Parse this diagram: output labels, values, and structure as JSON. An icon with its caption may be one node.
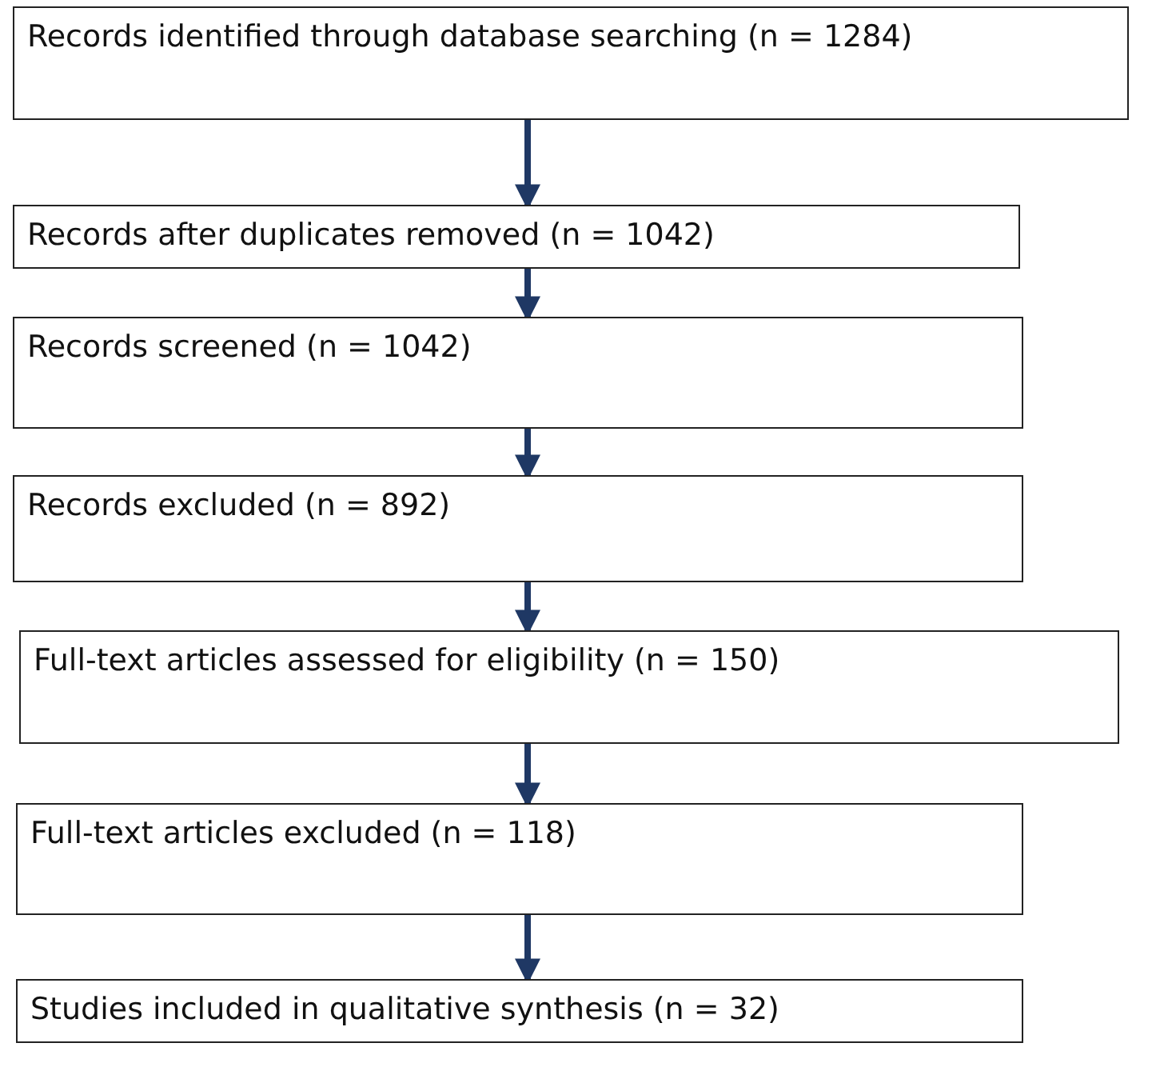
{
  "diagram": {
    "nodes": [
      {
        "text": [
          "Records identified through database searching (n = 1284)"
        ]
      },
      {
        "text": [
          "Records after duplicates removed (n = 1042)"
        ]
      },
      {
        "text": [
          "Records screened (n = 1042)"
        ]
      },
      {
        "text": [
          "Records excluded (n = 892)"
        ]
      },
      {
        "text": [
          "Full-text articles assessed for eligibility (n = 150)"
        ]
      },
      {
        "text": [
          "Full-text articles excluded (n = 118)"
        ]
      },
      {
        "text": [
          "Studies included in qualitative synthesis (n = 32)"
        ]
      }
    ],
    "edges": [
      {
        "from": 0,
        "to": 1,
        "arrow": "to"
      },
      {
        "from": 1,
        "to": 2,
        "arrow": "to"
      },
      {
        "from": 2,
        "to": 3,
        "arrow": "to"
      },
      {
        "from": 3,
        "to": 4,
        "arrow": "to"
      },
      {
        "from": 4,
        "to": 5,
        "arrow": "to"
      },
      {
        "from": 5,
        "to": 6,
        "arrow": "to"
      }
    ]
  }
}
